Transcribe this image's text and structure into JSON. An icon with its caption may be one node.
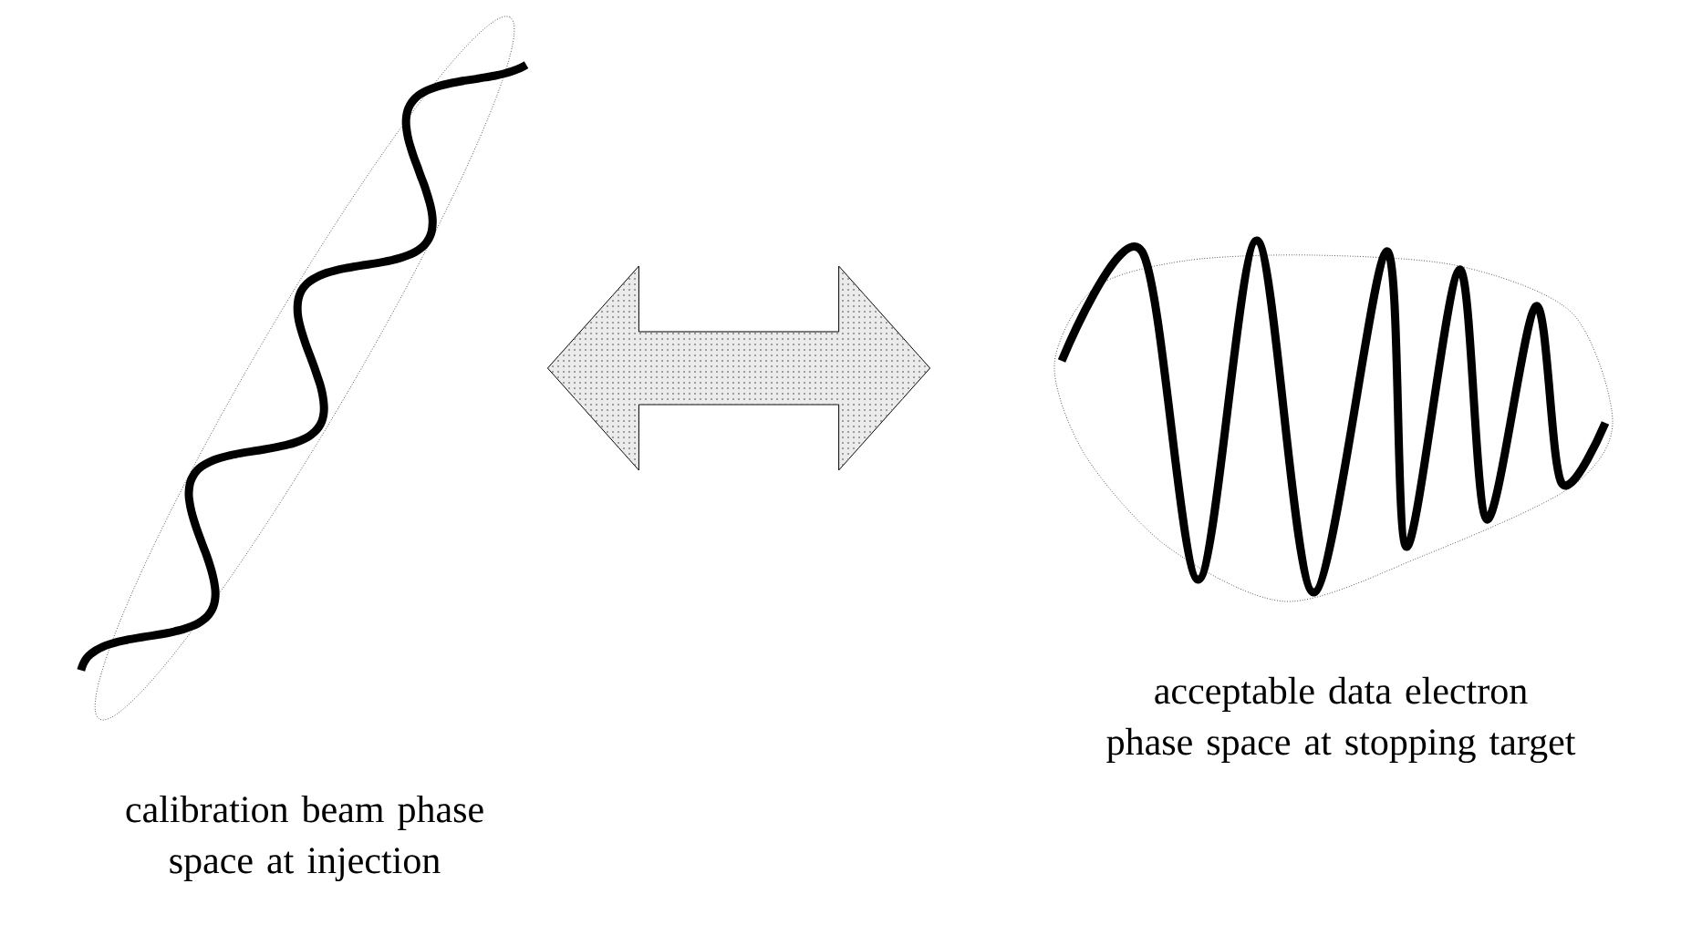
{
  "diagram": {
    "nodes": [
      {
        "text": [
          "calibration beam phase space at injection"
        ]
      },
      {
        "text": [
          "acceptable data electron phase space at stopping target"
        ]
      }
    ],
    "edges": [
      {
        "from": 0,
        "to": 1,
        "arrow": "both"
      }
    ]
  }
}
